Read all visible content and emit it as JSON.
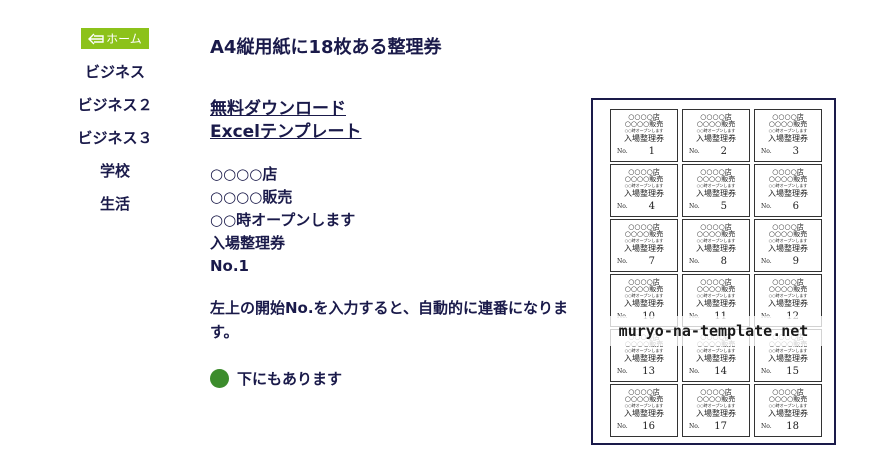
{
  "sidebar": {
    "home_label": "ホーム",
    "home_color": "#8cc21a",
    "items": [
      {
        "label": "ビジネス"
      },
      {
        "label": "ビジネス２"
      },
      {
        "label": "ビジネス３"
      },
      {
        "label": "学校"
      },
      {
        "label": "生活"
      }
    ]
  },
  "main": {
    "title": "A4縦用紙に18枚ある整理券",
    "links": {
      "download": "無料ダウンロード",
      "excel": "Excelテンプレート"
    },
    "sample_lines": [
      "○○○○店",
      "○○○○販売",
      "○○時オープンします",
      "入場整理券",
      "No.1"
    ],
    "description": "左上の開始No.を入力すると、自動的に連番になります。",
    "more_label": "下にもあります",
    "more_dot_color": "#3c8c2c"
  },
  "preview": {
    "ticket_lines": {
      "shop": "○○○○店",
      "sales": "○○○○販売",
      "open": "○○時オープンします",
      "admission": "入場整理券",
      "no_label": "No."
    },
    "numbers": [
      "1",
      "2",
      "3",
      "4",
      "5",
      "6",
      "7",
      "8",
      "9",
      "10",
      "11",
      "12",
      "13",
      "14",
      "15",
      "16",
      "17",
      "18"
    ],
    "watermark": "muryo-na-template.net"
  }
}
